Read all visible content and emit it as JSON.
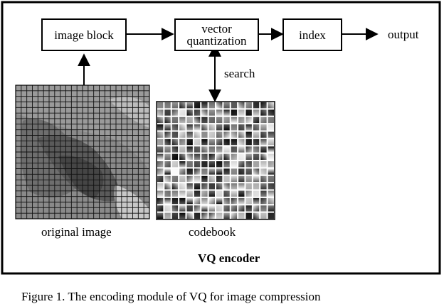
{
  "nodes": {
    "image_block": "image block",
    "vector_quantization_line1": "vector",
    "vector_quantization_line2": "quantization",
    "index": "index",
    "output": "output",
    "search": "search",
    "original_image": "original image",
    "codebook": "codebook"
  },
  "frame_label": "VQ encoder",
  "caption": "Figure 1.  The encoding module of VQ for image compression"
}
